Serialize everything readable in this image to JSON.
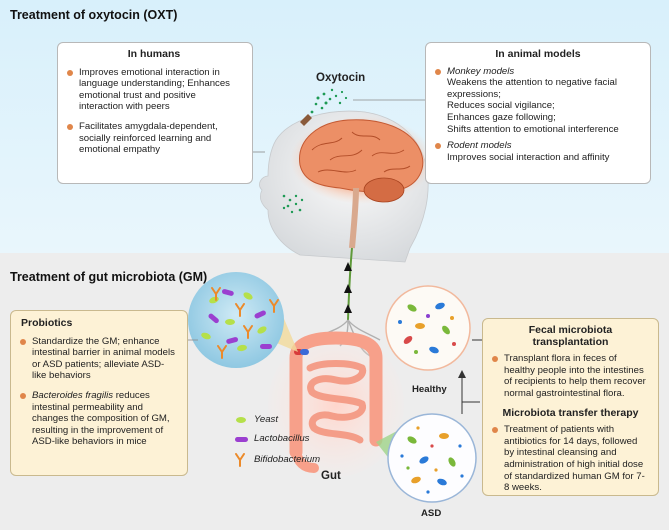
{
  "oxt": {
    "title": "Treatment of oxytocin (OXT)",
    "center_label": "Oxytocin",
    "humans": {
      "heading": "In humans",
      "items": [
        "Improves emotional interaction in language understanding; Enhances emotional trust and positive interaction with peers",
        "Facilitates amygdala-dependent, socially reinforced learning and emotional empathy"
      ]
    },
    "animals": {
      "heading": "In animal models",
      "monkey_title": "Monkey models",
      "monkey_lines": [
        "Weakens the attention to negative facial expressions;",
        "Reduces social vigilance;",
        "Enhances gaze following;",
        "Shifts attention to emotional interference"
      ],
      "rodent_title": "Rodent models",
      "rodent_text": "Improves social interaction and affinity"
    }
  },
  "gm": {
    "title": "Treatment of gut microbiota (GM)",
    "probiotics": {
      "heading": "Probiotics",
      "item1": "Standardize the GM; enhance intestinal barrier in animal models or ASD patients; alleviate ASD- like behaviors",
      "item2_italic": "Bacteroides fragilis",
      "item2_rest": " reduces intestinal permeability and changes the composition of GM, resulting in the improvement of ASD-like behaviors in mice"
    },
    "legend": [
      "Yeast",
      "Lactobacillus",
      "Bifidobacterium"
    ],
    "gut_label": "Gut",
    "healthy_label": "Healthy",
    "asd_label": "ASD",
    "fmt": {
      "heading": "Fecal microbiota transplantation",
      "text": "Transplant flora in feces of healthy people into the intestines of recipients to help them recover normal gastrointestinal flora."
    },
    "mtt": {
      "heading": "Microbiota transfer therapy",
      "text": "Treatment of patients with antibiotics for 14 days, followed by intestinal cleansing and administration of high initial dose of standardized human GM for 7-8 weeks."
    }
  },
  "colors": {
    "top_bg": "#d8f0fb",
    "bottom_bg": "#ededed",
    "bullet": "#e0864a",
    "yellow_box": "#fdf2d6",
    "brain": "#e8805a",
    "gut": "#f6a38f",
    "vagus": "#5f9a3a"
  }
}
